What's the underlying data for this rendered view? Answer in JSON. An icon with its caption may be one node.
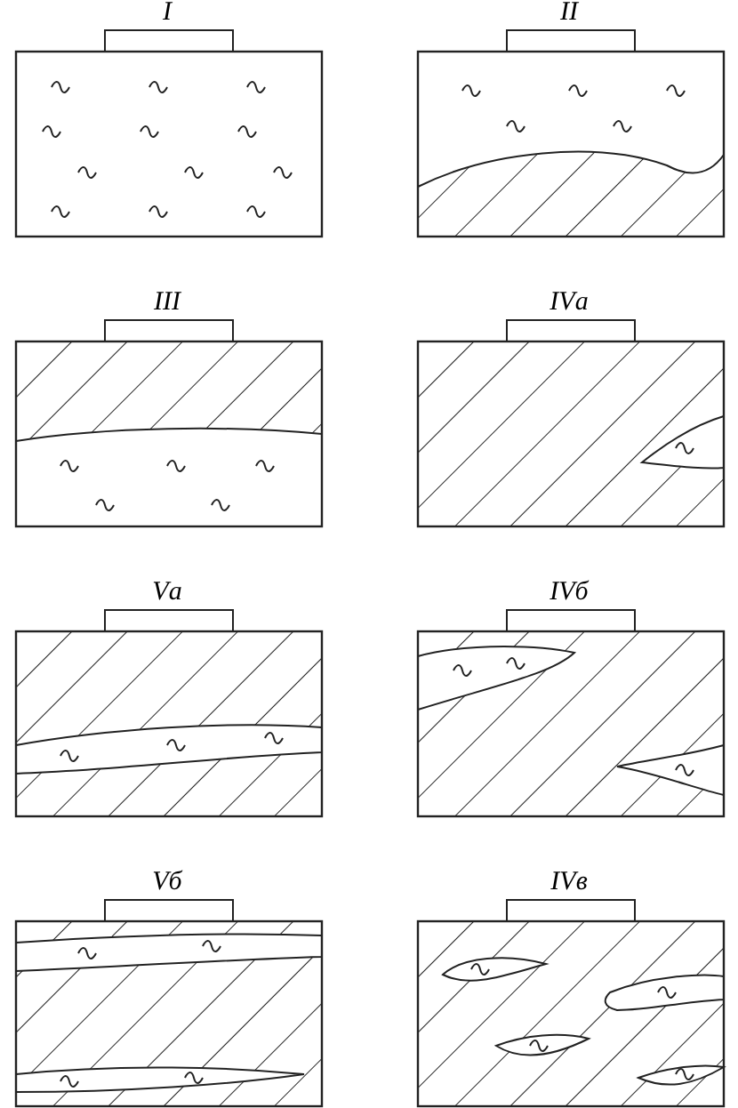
{
  "diagram": {
    "labels": [
      "I",
      "II",
      "III",
      "IVа",
      "Vа",
      "IVб",
      "Vб",
      "IVв"
    ]
  }
}
